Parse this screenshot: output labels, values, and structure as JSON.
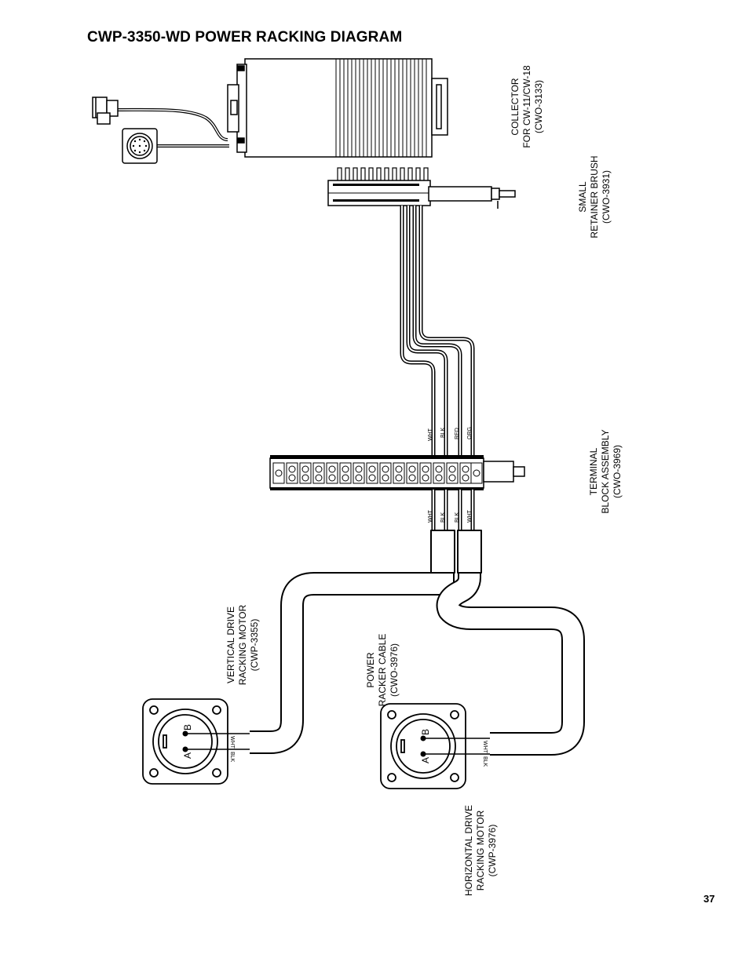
{
  "page": {
    "title": "CWP-3350-WD POWER RACKING DIAGRAM",
    "number": "37"
  },
  "components": {
    "collector": {
      "line1": "COLLECTOR",
      "line2": "FOR CW-11/CW-18",
      "line3": "(CWO-3133)"
    },
    "brush": {
      "line1": "SMALL",
      "line2": "RETAINER BRUSH",
      "line3": "(CWO-3931)"
    },
    "terminal_block": {
      "line1": "TERMINAL",
      "line2": "BLOCK ASSEMBLY",
      "line3": "(CWO-3969)"
    },
    "vertical_motor": {
      "line1": "VERTICAL DRIVE",
      "line2": "RACKING MOTOR",
      "line3": "(CWP-3355)"
    },
    "power_cable": {
      "line1": "POWER",
      "line2": "RACKER CABLE",
      "line3": "(CWO-3976)"
    },
    "horizontal_motor": {
      "line1": "HORIZONTAL DRIVE",
      "line2": "RACKING MOTOR",
      "line3": "(CWP-3976)"
    }
  },
  "wires": {
    "upper": [
      "WHT",
      "BLK",
      "RED",
      "ORG"
    ],
    "lower": [
      "WHT",
      "BLK",
      "BLK",
      "WHT"
    ],
    "vertical_motor": [
      "WHT",
      "BLK"
    ],
    "horizontal_motor": [
      "WHT",
      "BLK"
    ]
  },
  "connector_pins": {
    "a": "A",
    "b": "B"
  }
}
